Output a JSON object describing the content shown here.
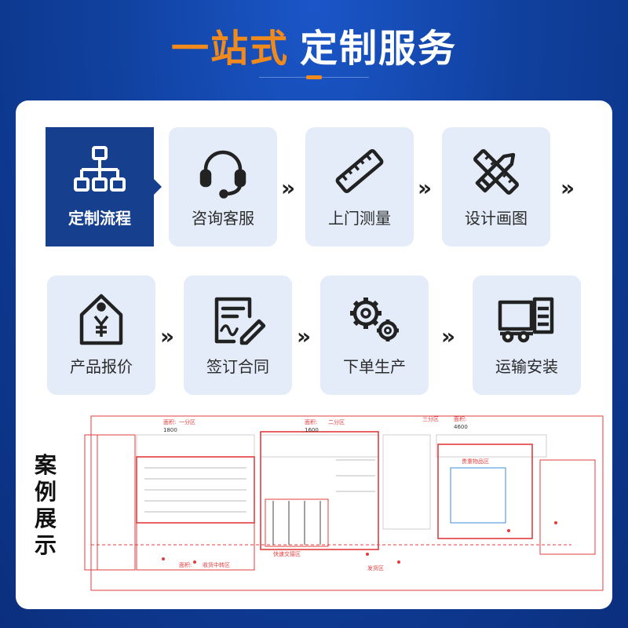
{
  "title": {
    "part1": "一站式",
    "part2": "定制服务"
  },
  "process": {
    "heading": "定制流程",
    "steps": [
      "咨询客服",
      "上门测量",
      "设计画图",
      "产品报价",
      "签订合同",
      "下单生产",
      "运输安装"
    ],
    "icons": [
      "flowchart-icon",
      "headset-icon",
      "ruler-icon",
      "pencil-ruler-icon",
      "price-tag-icon",
      "contract-sign-icon",
      "gears-icon",
      "truck-icon"
    ],
    "arrow": "»"
  },
  "case": {
    "label": "案例展示",
    "plan": {
      "zones": [
        "一分区",
        "二分区",
        "三分区"
      ],
      "areas": [
        "面积:",
        "面积:",
        "面积:",
        "面积:"
      ],
      "widths": [
        "1800",
        "1600",
        "4600"
      ],
      "notes": [
        "收货中转区",
        "快速交接区",
        "贵重物品区",
        "发货区"
      ]
    }
  },
  "colors": {
    "accent": "#f08a1c",
    "brand": "#163f8e",
    "tile": "#e3ecf8",
    "plan": "#e23c3c"
  }
}
